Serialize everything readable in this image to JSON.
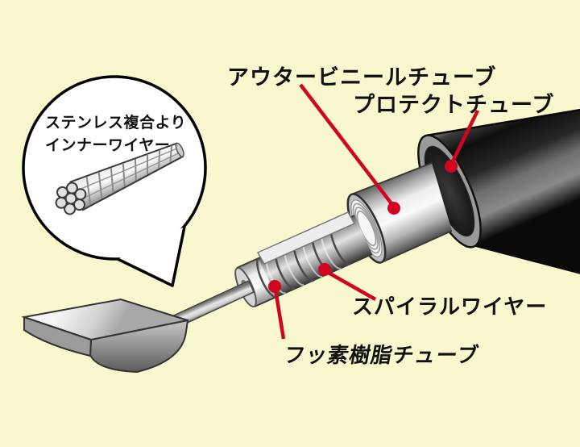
{
  "diagram": {
    "title_implicit": "cable construction cutaway",
    "background": "#f8f7ce"
  },
  "colors": {
    "callout_red": "#d0051f",
    "outline": "#000000",
    "bubble_fill": "#ffffff"
  },
  "labels": {
    "outer_vinyl": "アウタービニールチューブ",
    "protect": "プロテクトチューブ",
    "spiral": "スパイラルワイヤー",
    "fluoro": "フッ素樹脂チューブ"
  },
  "inset": {
    "line1": "ステンレス複合より",
    "line2": "インナーワイヤー"
  }
}
